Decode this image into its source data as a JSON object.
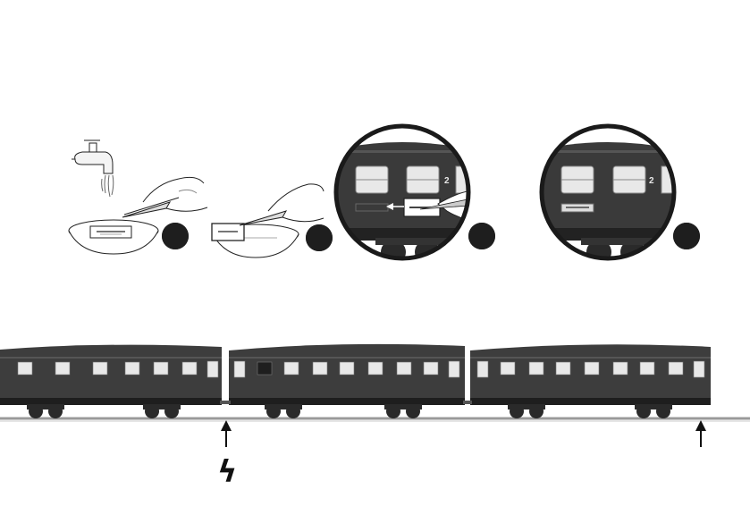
{
  "steps": [
    {
      "number": "",
      "label": "",
      "desc": "wet-decal-soak"
    },
    {
      "number": "",
      "label": "",
      "desc": "wet-decal-lift"
    },
    {
      "number": "",
      "label": "",
      "desc": "decal-apply-closeup"
    },
    {
      "number": "",
      "label": "",
      "desc": "decal-applied-result"
    }
  ],
  "markers": {
    "lightning_symbol": "ϟ"
  },
  "colors": {
    "coach_body": "#3d3d3d",
    "coach_dark": "#1e1e1e",
    "window": "#e8e8e8",
    "line": "#222222"
  }
}
